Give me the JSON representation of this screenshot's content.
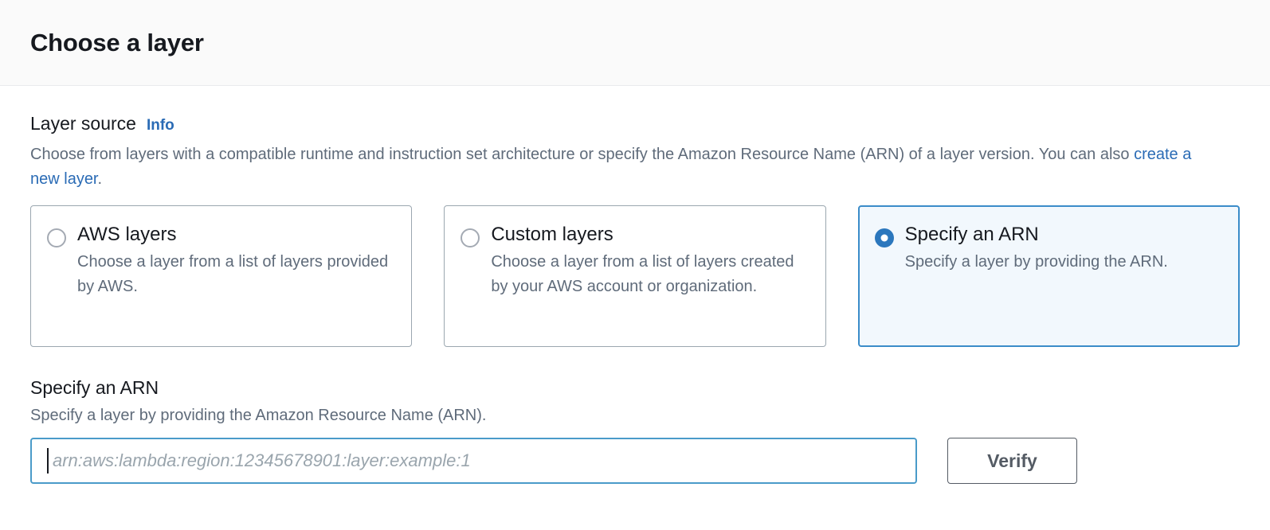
{
  "header": {
    "title": "Choose a layer"
  },
  "layer_source": {
    "label": "Layer source",
    "info_label": "Info",
    "description_part1": "Choose from layers with a compatible runtime and instruction set architecture or specify the Amazon Resource Name (ARN) of a layer version. You can also ",
    "description_link": "create a new layer",
    "description_part2": ".",
    "options": [
      {
        "title": "AWS layers",
        "description": "Choose a layer from a list of layers provided by AWS.",
        "selected": false
      },
      {
        "title": "Custom layers",
        "description": "Choose a layer from a list of layers created by your AWS account or organization.",
        "selected": false
      },
      {
        "title": "Specify an ARN",
        "description": "Specify a layer by providing the ARN.",
        "selected": true
      }
    ]
  },
  "arn_section": {
    "title": "Specify an ARN",
    "description": "Specify a layer by providing the Amazon Resource Name (ARN).",
    "input_value": "",
    "input_placeholder": "arn:aws:lambda:region:12345678901:layer:example:1",
    "verify_label": "Verify"
  },
  "colors": {
    "accent_blue": "#2a6bb5",
    "selected_tile_border": "#3b8cc9",
    "selected_tile_bg": "#f2f8fd",
    "radio_selected": "#2b77bd",
    "input_focus_border": "#4a9bc9",
    "button_border": "#545b64",
    "text_primary": "#16191f",
    "text_secondary": "#5f6b7a",
    "header_bg": "#fafafa"
  }
}
